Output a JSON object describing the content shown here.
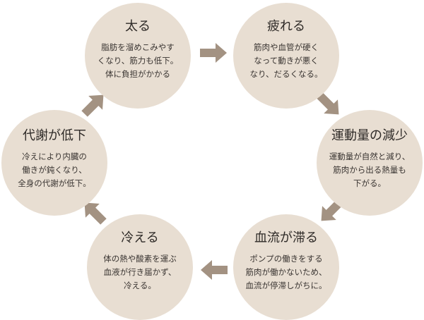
{
  "colors": {
    "circle": "#e8ded2",
    "arrow": "#a39282",
    "title_text": "#2e2a27",
    "body_text": "#3a3532"
  },
  "cycle": {
    "nodes": [
      {
        "title": "太る",
        "body": "脂肪を溜めこみやす\nくなり、筋力も低下。\n体に負担がかかる"
      },
      {
        "title": "疲れる",
        "body": "筋肉や血管が硬く\nなって動きが悪く\nなり、だるくなる。"
      },
      {
        "title": "運動量の減少",
        "body": "運動量が自然と減り、\n筋肉から出る熱量も\n下がる。"
      },
      {
        "title": "血流が滞る",
        "body": "ポンプの働きをする\n筋肉が働かないため、\n血流が停滞しがちに。"
      },
      {
        "title": "冷える",
        "body": "体の熱や酸素を運ぶ\n血液が行き届かず、\n冷える。"
      },
      {
        "title": "代謝が低下",
        "body": "冷えにより内臓の\n働きが鈍くなり、\n全身の代謝が低下。"
      }
    ],
    "arrow_icon": "block-arrow-icon"
  }
}
